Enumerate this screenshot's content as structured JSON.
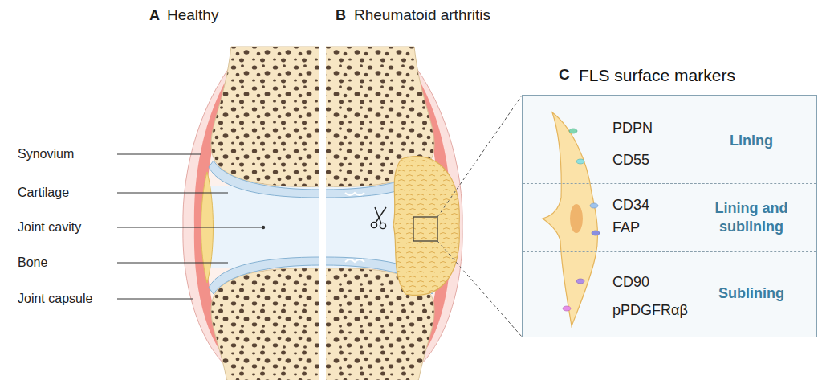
{
  "diagram": {
    "nodes": [
      {
        "text": [
          "FLS surface markers"
        ]
      },
      {
        "text": [
          "PDPN",
          "CD55",
          "Lining"
        ],
        "in": 0
      },
      {
        "text": [
          "CD34",
          "FAP",
          "Lining and sublining"
        ],
        "in": 0
      },
      {
        "text": [
          "CD90",
          "pPDGFRαβ",
          "Sublining"
        ],
        "in": 0
      }
    ],
    "labels": [
      "A",
      "Healthy",
      "B",
      "Rheumatoid arthritis",
      "C",
      "Synovium",
      "Cartilage",
      "Joint cavity",
      "Bone",
      "Joint capsule"
    ]
  }
}
